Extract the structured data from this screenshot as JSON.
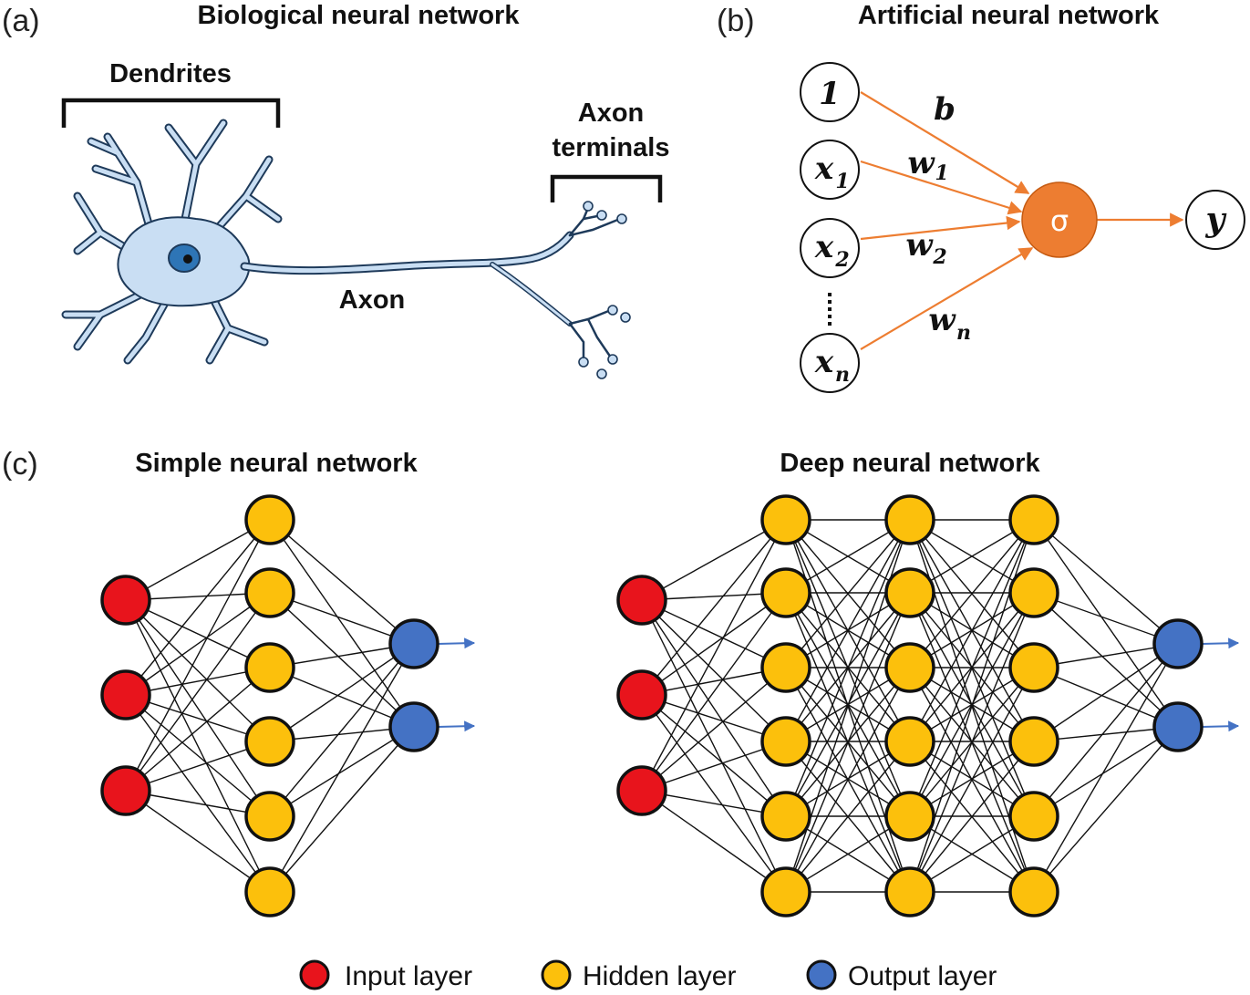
{
  "panel_a": {
    "letter": "(a)",
    "title": "Biological neural network",
    "dendrites_label": "Dendrites",
    "axon_label": "Axon",
    "axon_terminals_line1": "Axon",
    "axon_terminals_line2": "terminals"
  },
  "panel_b": {
    "letter": "(b)",
    "title": "Artificial neural network",
    "inputs": [
      {
        "base": "1",
        "sub": ""
      },
      {
        "base": "x",
        "sub": "1"
      },
      {
        "base": "x",
        "sub": "2"
      },
      {
        "base": "x",
        "sub": "n"
      }
    ],
    "weights": [
      {
        "base": "b",
        "sub": ""
      },
      {
        "base": "w",
        "sub": "1"
      },
      {
        "base": "w",
        "sub": "2"
      },
      {
        "base": "w",
        "sub": "n"
      }
    ],
    "activation": "σ",
    "output": "y"
  },
  "panel_c": {
    "letter": "(c)",
    "simple_title": "Simple neural network",
    "deep_title": "Deep neural network"
  },
  "legend": {
    "input_label": "Input layer",
    "hidden_label": "Hidden layer",
    "output_label": "Output layer"
  },
  "colors": {
    "input": "#e8141c",
    "hidden": "#fcc00c",
    "output": "#4472c4",
    "activation": "#ed7d31",
    "arrow": "#4472c4",
    "neuron_fill": "#c9def3"
  }
}
